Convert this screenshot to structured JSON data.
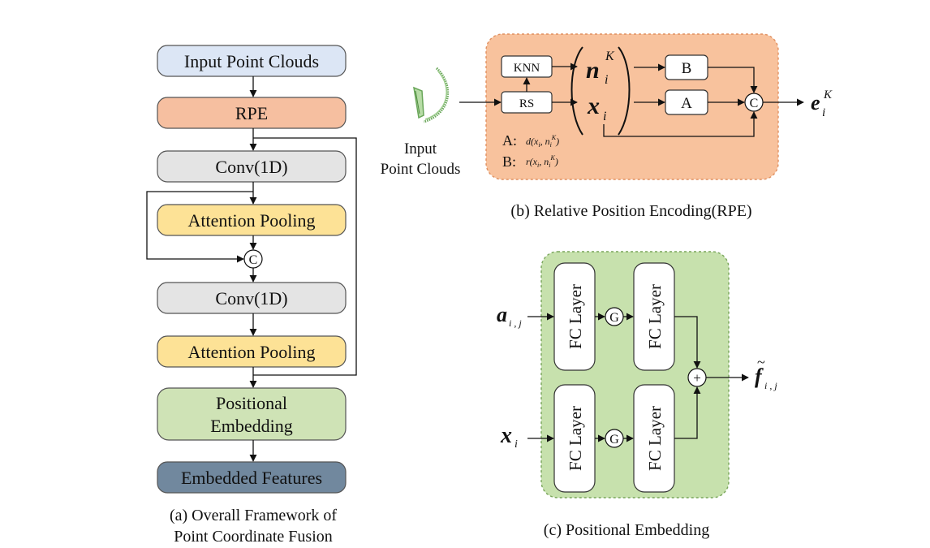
{
  "panel_a": {
    "steps": {
      "input": "Input Point Clouds",
      "rpe": "RPE",
      "conv1": "Conv(1D)",
      "att1": "Attention Pooling",
      "concat": "C",
      "conv2": "Conv(1D)",
      "att2": "Attention Pooling",
      "pos_line1": "Positional",
      "pos_line2": "Embedding",
      "embedded": "Embedded Features"
    },
    "caption_line1": "(a) Overall Framework of",
    "caption_line2": "Point Coordinate Fusion"
  },
  "panel_b": {
    "input_line1": "Input",
    "input_line2": "Point Clouds",
    "knn": "KNN",
    "rs": "RS",
    "n_sym": "n",
    "n_sub": "i",
    "n_sup": "K",
    "x_sym": "x",
    "x_sub": "i",
    "box_b": "B",
    "box_a": "A",
    "concat": "C",
    "e_sym": "e",
    "e_sub": "i",
    "e_sup": "K",
    "def_a_label": "A:",
    "def_a_formula": "d(x",
    "def_a_sub": "i",
    "def_a_mid": ", n",
    "def_a_sub2": "i",
    "def_a_sup": "K",
    "def_a_end": ")",
    "def_b_label": "B:",
    "def_b_formula": "r(x",
    "def_b_sub": "i",
    "def_b_mid": ", n",
    "def_b_sub2": "i",
    "def_b_sup": "K",
    "def_b_end": ")",
    "caption": "(b) Relative Position Encoding(RPE)"
  },
  "panel_c": {
    "fc": "FC Layer",
    "g": "G",
    "plus": "+",
    "a_sym": "a",
    "a_sub": "i , j",
    "x_sym": "x",
    "x_sub": "i",
    "f_sym": "f",
    "f_tilde": "~",
    "f_sub": "i , j",
    "caption": "(c) Positional Embedding"
  },
  "colors": {
    "input_fill": "#dce6f5",
    "rpe_fill": "#f6bfa0",
    "conv_fill": "#e4e4e4",
    "attention_fill": "#fde296",
    "positional_fill": "#cfe3b6",
    "embedded_fill": "#71889e",
    "rpe_panel_fill": "#f8c29d",
    "rpe_panel_border": "#e09060",
    "pe_panel_fill": "#c7e1ad",
    "pe_panel_border": "#78a55a"
  }
}
